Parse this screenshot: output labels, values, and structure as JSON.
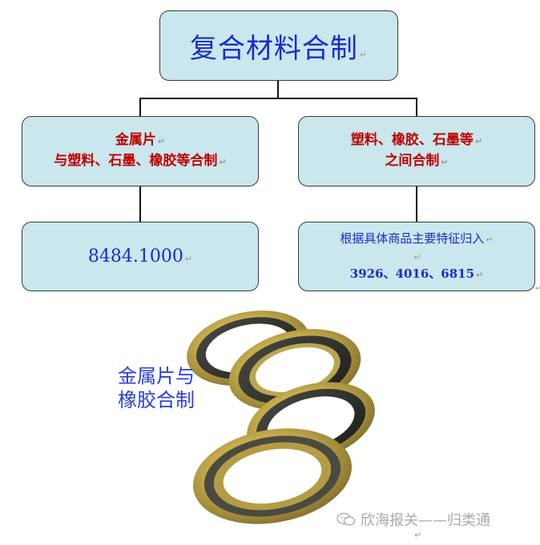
{
  "top": {
    "title": "复合材料合制"
  },
  "left_category": {
    "line1": "金属片",
    "line2": "与塑料、石墨、橡胶等合制"
  },
  "right_category": {
    "line1": "塑料、橡胶、石墨等",
    "line2": "之间合制"
  },
  "left_result": {
    "code": "8484.1000"
  },
  "right_result": {
    "line1": "根据具体商品主要特征归入",
    "codes": "3926、4016、6815"
  },
  "photo": {
    "caption_line1": "金属片与",
    "caption_line2": "橡胶合制"
  },
  "watermark": {
    "text": "欣海报关——归类通"
  },
  "marks": {
    "paragraph": "↵"
  },
  "colors": {
    "box_fill": "#c9e7ec",
    "red_text": "#c00000",
    "blue_text": "#1a2ccc",
    "caption_blue": "#2a3fd6"
  }
}
